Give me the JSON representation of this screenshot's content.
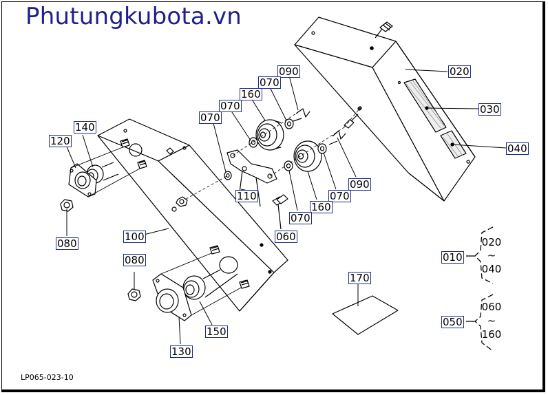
{
  "brand": "Phutungkubota.vn",
  "diagram_code": "LP065-023-10",
  "labels": {
    "p020": "020",
    "p030": "030",
    "p040": "040",
    "p090a": "090",
    "p070a": "070",
    "p160a": "160",
    "p070b": "070",
    "p070c": "070",
    "p140": "140",
    "p120": "120",
    "p110": "110",
    "p090b": "090",
    "p070d": "070",
    "p160b": "160",
    "p070e": "070",
    "p060": "060",
    "p080a": "080",
    "p100": "100",
    "p080b": "080",
    "p150": "150",
    "p130": "130",
    "p170": "170",
    "p010": "010",
    "p050": "050"
  },
  "ranges": {
    "g010_from": "020",
    "g010_sep": "~",
    "g010_to": "040",
    "g050_from": "060",
    "g050_sep": "~",
    "g050_to": "160"
  }
}
